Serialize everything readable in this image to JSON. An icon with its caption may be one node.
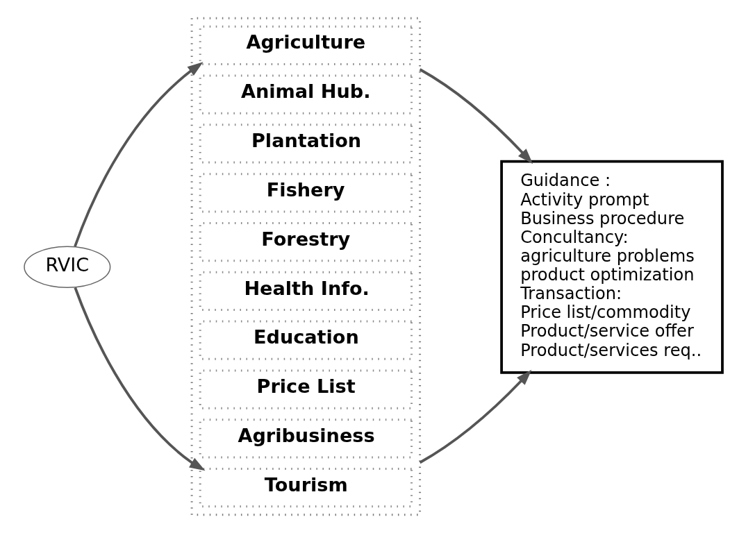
{
  "diagram": {
    "nodes": [
      {
        "text": [
          "RVIC"
        ]
      },
      {
        "text": [],
        "shape": "box"
      },
      {
        "text": [
          "Agriculture"
        ],
        "in": 1
      },
      {
        "text": [
          "Animal Hub."
        ],
        "in": 1
      },
      {
        "text": [
          "Plantation"
        ],
        "in": 1
      },
      {
        "text": [
          "Fishery"
        ],
        "in": 1
      },
      {
        "text": [
          "Forestry"
        ],
        "in": 1
      },
      {
        "text": [
          "Health Info."
        ],
        "in": 1
      },
      {
        "text": [
          "Education"
        ],
        "in": 1
      },
      {
        "text": [
          "Price List"
        ],
        "in": 1
      },
      {
        "text": [
          "Agribusiness"
        ],
        "in": 1
      },
      {
        "text": [
          "Tourism"
        ],
        "in": 1
      },
      {
        "text": [
          "Guidance :",
          "Activity prompt",
          "Business procedure",
          "Concultancy:",
          "agriculture problems",
          "product optimization",
          "Transaction:",
          "Price list/commodity",
          "Product/service offer",
          "Product/services req.."
        ]
      }
    ],
    "edges": [
      {
        "from": 0,
        "to": 2,
        "arrow": "to"
      },
      {
        "from": 0,
        "to": 11,
        "arrow": "to"
      },
      {
        "from": 1,
        "to": 12,
        "arrow": "to"
      },
      {
        "from": 1,
        "to": 12,
        "arrow": "to"
      }
    ]
  }
}
